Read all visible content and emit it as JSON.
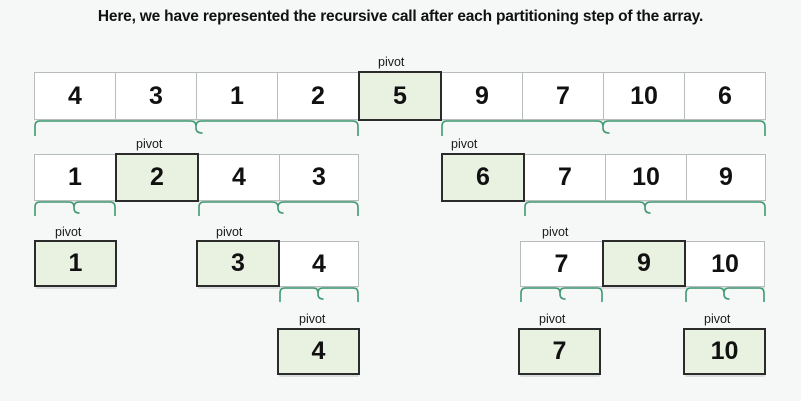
{
  "caption": "Here, we have represented the recursive call after each partitioning step of the array.",
  "colors": {
    "background": "#f6f7f7",
    "cell_fill": "#ffffff",
    "pivot_fill": "#e9f1e1",
    "pivot_border": "#2b2b2b",
    "cell_border": "#b9bcbd",
    "brace": "#3f9a72",
    "text": "#111111"
  },
  "pivot_label": "pivot",
  "levels": [
    {
      "name": "level-1",
      "cells": [
        {
          "value": "4",
          "pivot": false
        },
        {
          "value": "3",
          "pivot": false
        },
        {
          "value": "1",
          "pivot": false
        },
        {
          "value": "2",
          "pivot": false
        },
        {
          "value": "5",
          "pivot": true
        },
        {
          "value": "9",
          "pivot": false
        },
        {
          "value": "7",
          "pivot": false
        },
        {
          "value": "10",
          "pivot": false
        },
        {
          "value": "6",
          "pivot": false
        }
      ],
      "pivot_labels": [
        "pivot"
      ],
      "braces": [
        "pivot",
        "pivot"
      ]
    },
    {
      "name": "level-2",
      "left_cells": [
        {
          "value": "1",
          "pivot": false
        },
        {
          "value": "2",
          "pivot": true
        },
        {
          "value": "4",
          "pivot": false
        },
        {
          "value": "3",
          "pivot": false
        }
      ],
      "right_cells": [
        {
          "value": "6",
          "pivot": true
        },
        {
          "value": "7",
          "pivot": false
        },
        {
          "value": "10",
          "pivot": false
        },
        {
          "value": "9",
          "pivot": false
        }
      ],
      "pivot_labels": [
        "pivot",
        "pivot"
      ],
      "braces": [
        "pivot",
        "pivot",
        "pivot"
      ]
    },
    {
      "name": "level-3",
      "group_a": [
        {
          "value": "1",
          "pivot": true
        }
      ],
      "group_b": [
        {
          "value": "3",
          "pivot": true
        },
        {
          "value": "4",
          "pivot": false
        }
      ],
      "group_c": [
        {
          "value": "7",
          "pivot": false
        },
        {
          "value": "9",
          "pivot": true
        },
        {
          "value": "10",
          "pivot": false
        }
      ],
      "pivot_labels": [
        "pivot",
        "pivot",
        "pivot"
      ],
      "braces": [
        "pivot",
        "pivot",
        "pivot"
      ]
    },
    {
      "name": "level-4",
      "group_a": [
        {
          "value": "4",
          "pivot": true
        }
      ],
      "group_b": [
        {
          "value": "7",
          "pivot": true
        }
      ],
      "group_c": [
        {
          "value": "10",
          "pivot": true
        }
      ],
      "pivot_labels": [
        "pivot",
        "pivot",
        "pivot"
      ]
    }
  ]
}
